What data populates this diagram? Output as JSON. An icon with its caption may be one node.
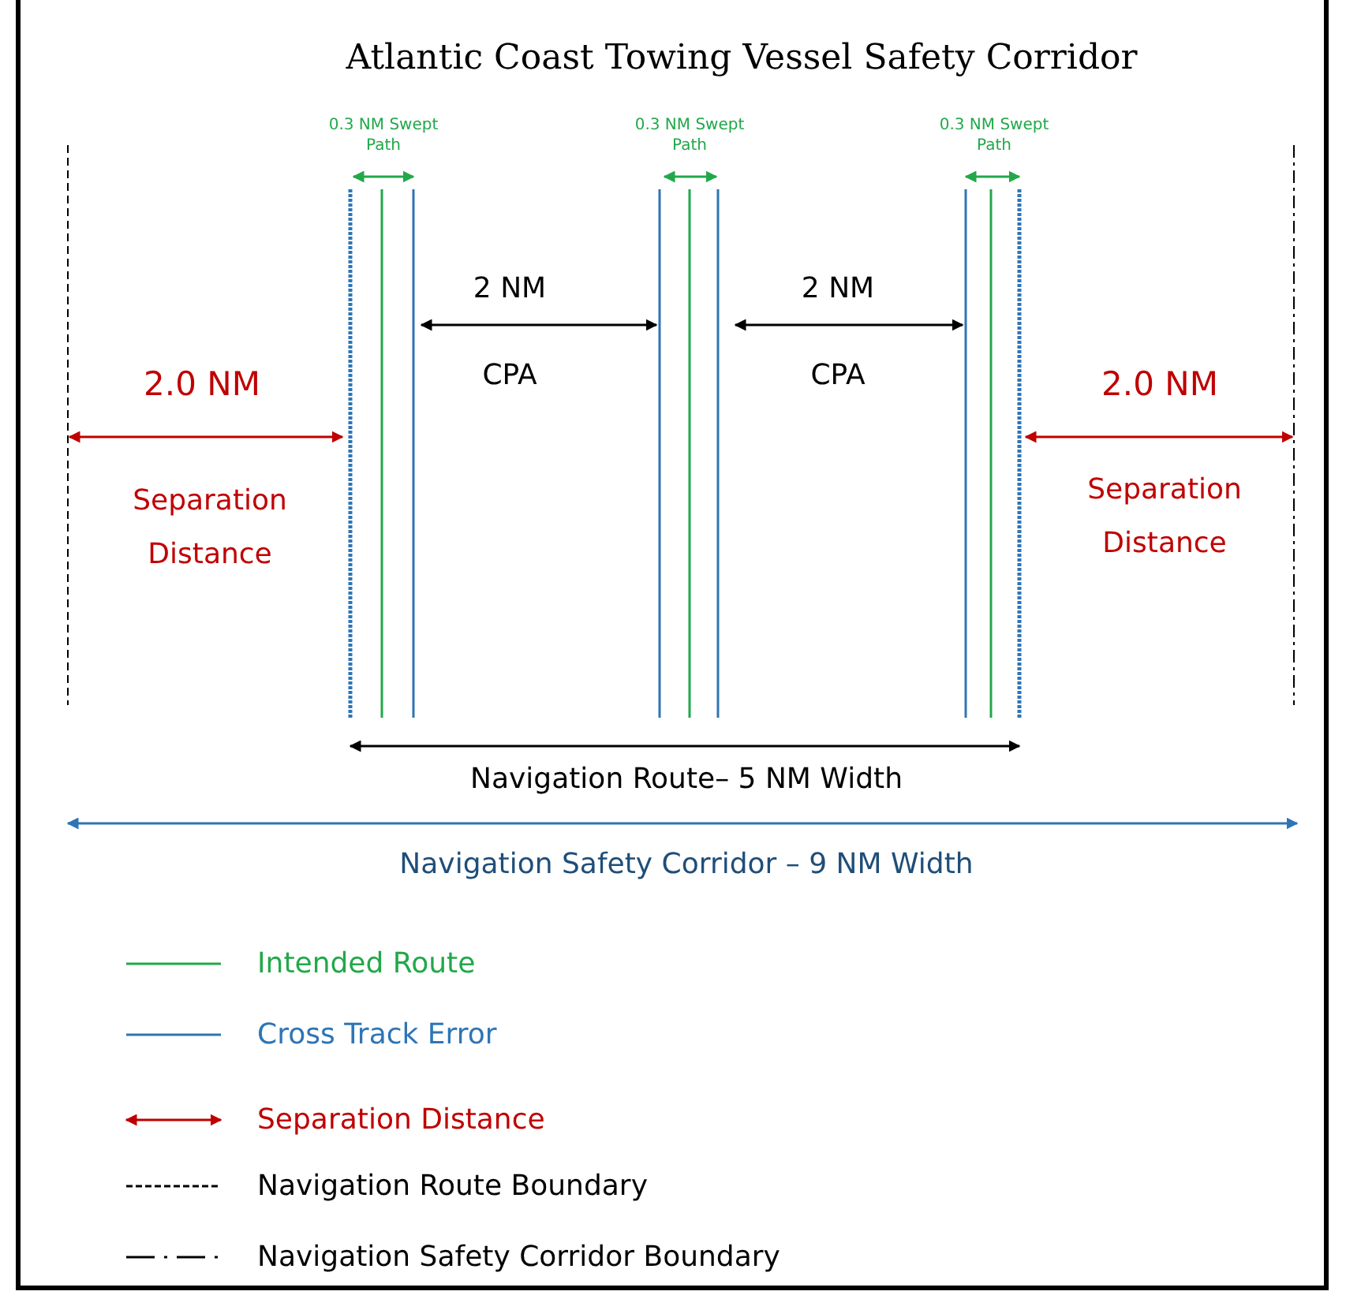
{
  "diagram": {
    "title": "Atlantic Coast Towing Vessel Safety Corridor",
    "labels": [
      "0.3 NM Swept Path",
      "0.3 NM Swept Path",
      "0.3 NM Swept Path",
      "2 NM",
      "2 NM",
      "2.0 NM",
      "CPA",
      "CPA",
      "2.0 NM",
      "Separation Distance",
      "Separation Distance",
      "Navigation Route– 5 NM Width",
      "Navigation Safety Corridor – 9 NM Width"
    ],
    "legend": [
      {
        "text": "Intended Route"
      },
      {
        "text": "Cross Track Error"
      },
      {
        "text": "Separation Distance"
      },
      {
        "text": "Navigation Route Boundary"
      },
      {
        "text": "Navigation Safety Corridor Boundary"
      }
    ]
  }
}
